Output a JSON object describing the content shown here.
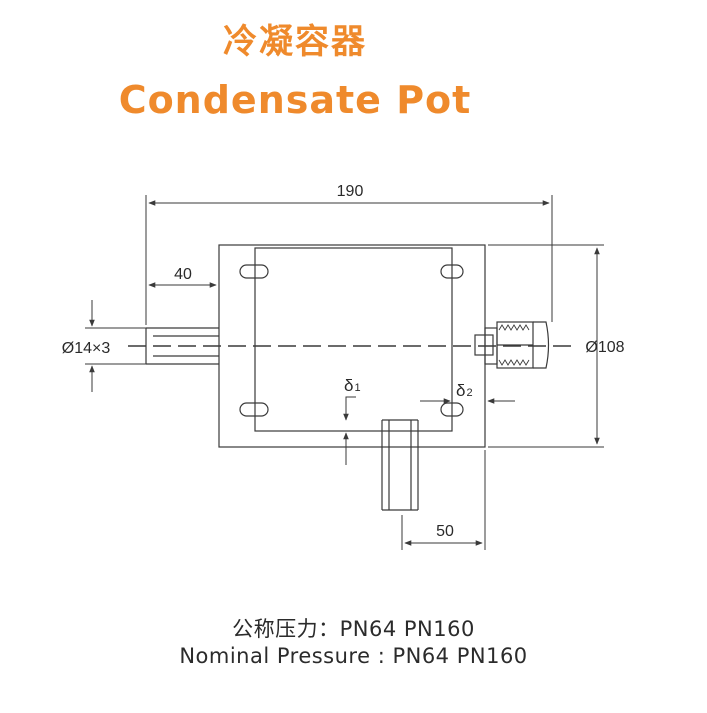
{
  "colors": {
    "title": "#ef8a2c",
    "line": "#3a3a3a",
    "text": "#2b2b2b"
  },
  "title": {
    "chinese": "冷凝容器",
    "english": "Condensate Pot"
  },
  "dimensions": {
    "overall_length": "190",
    "inlet_offset": "40",
    "inlet_pipe": "Ø14×3",
    "diameter": "Ø108",
    "wall_1_symbol": "δ",
    "wall_1_index": "1",
    "wall_2_symbol": "δ",
    "wall_2_index": "2",
    "outlet_offset": "50"
  },
  "footer": {
    "pressure_cn": "公称压力：PN64 PN160",
    "pressure_en": "Nominal Pressure : PN64 PN160"
  }
}
